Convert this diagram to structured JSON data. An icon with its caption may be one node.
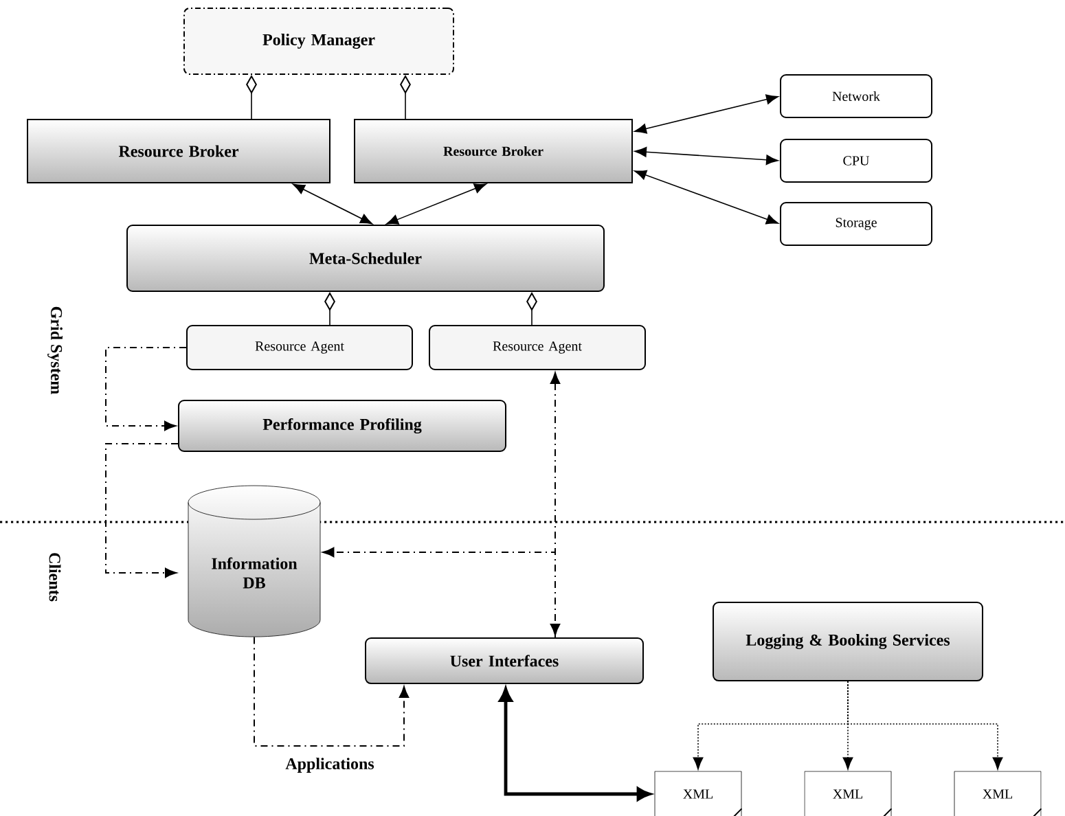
{
  "diagram": {
    "nodes": [
      {
        "text": [
          "Policy Manager"
        ]
      },
      {
        "text": [
          "Resource Broker"
        ]
      },
      {
        "text": [
          "Resource Broker"
        ]
      },
      {
        "text": [
          "Network"
        ]
      },
      {
        "text": [
          "CPU"
        ]
      },
      {
        "text": [
          "Storage"
        ]
      },
      {
        "text": [
          "Meta-Scheduler"
        ]
      },
      {
        "text": [
          "Resource Agent"
        ]
      },
      {
        "text": [
          "Resource Agent"
        ]
      },
      {
        "text": [
          "Performance Profiling"
        ]
      },
      {
        "text": [
          "Information DB"
        ]
      },
      {
        "text": [
          "User Interfaces"
        ]
      },
      {
        "text": [
          "Logging & Booking Services"
        ]
      },
      {
        "text": [
          "XML"
        ]
      },
      {
        "text": [
          "XML"
        ]
      },
      {
        "text": [
          "XML"
        ]
      }
    ],
    "edges": [
      {
        "from": 0,
        "to": 1,
        "arrow": "other"
      },
      {
        "from": 0,
        "to": 2,
        "arrow": "other"
      },
      {
        "from": 1,
        "to": 6,
        "arrow": "both"
      },
      {
        "from": 2,
        "to": 6,
        "arrow": "both"
      },
      {
        "from": 2,
        "to": 3,
        "arrow": "both"
      },
      {
        "from": 2,
        "to": 4,
        "arrow": "both"
      },
      {
        "from": 2,
        "to": 5,
        "arrow": "both"
      },
      {
        "from": 6,
        "to": 7,
        "arrow": "other"
      },
      {
        "from": 6,
        "to": 8,
        "arrow": "other"
      },
      {
        "from": 7,
        "to": 9,
        "arrow": "to",
        "style": "dashed"
      },
      {
        "from": 9,
        "to": 10,
        "arrow": "to",
        "style": "dashed"
      },
      {
        "from": 8,
        "to": 11,
        "arrow": "both",
        "style": "dashed"
      },
      {
        "from": 11,
        "to": 10,
        "arrow": "to",
        "style": "dashed"
      },
      {
        "from": 10,
        "to": 11,
        "arrow": "to",
        "style": "dashed",
        "label": "Applications"
      },
      {
        "from": 11,
        "to": 13,
        "arrow": "both",
        "style": "thick"
      },
      {
        "from": 12,
        "to": 13,
        "arrow": "to",
        "style": "dashed"
      },
      {
        "from": 12,
        "to": 14,
        "arrow": "to",
        "style": "dashed"
      },
      {
        "from": 12,
        "to": 15,
        "arrow": "to",
        "style": "dashed"
      }
    ],
    "labels": [
      "Grid System",
      "Clients"
    ]
  }
}
